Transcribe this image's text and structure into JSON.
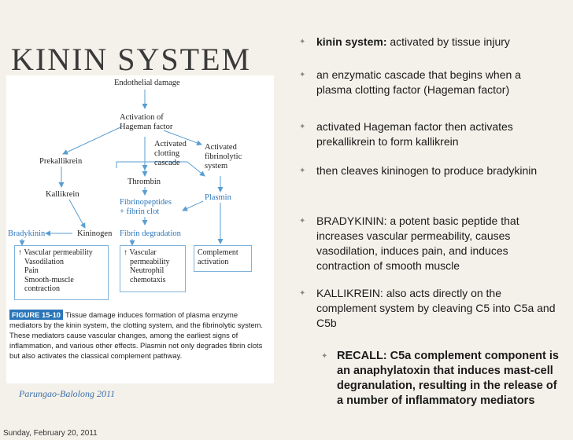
{
  "slide": {
    "title": "KININ SYSTEM",
    "credit": "Parungao-Balolong 2011",
    "date": "Sunday, February 20, 2011",
    "bullet_mark": "✦"
  },
  "figure": {
    "nodes": {
      "endothelial": "Endothelial damage",
      "activation1": "Activation of",
      "activation2": "Hageman factor",
      "clotting1": "Activated",
      "clotting2": "clotting",
      "clotting3": "cascade",
      "fibrin1": "Activated",
      "fibrin2": "fibrinolytic",
      "fibrin3": "system",
      "prekallikrein": "Prekallikrein",
      "thrombin": "Thrombin",
      "kallikrein": "Kallikrein",
      "fibrinopeptides1": "Fibrinopeptides",
      "fibrinopeptides2": "+ fibrin clot",
      "plasmin": "Plasmin",
      "bradykinin": "Bradykinin",
      "kininogen": "Kininogen",
      "fibrin_degradation": "Fibrin degradation"
    },
    "boxes": {
      "left": [
        "↑ Vascular permeability",
        "Vasodilation",
        "Pain",
        "Smooth-muscle",
        "contraction"
      ],
      "middle": [
        "↑ Vascular",
        "permeability",
        "Neutrophil",
        "chemotaxis"
      ],
      "right": [
        "Complement",
        "activation"
      ]
    },
    "caption_label": "FIGURE 15-10",
    "caption_text": "Tissue damage induces formation of plasma enzyme mediators by the kinin system, the clotting system, and the fibrinolytic system. These mediators cause vascular changes, among the earliest signs of inflammation, and various other effects. Plasmin not only degrades fibrin clots but also activates the classical complement pathway."
  },
  "bullets": [
    {
      "bold": "kinin system:",
      "text": " activated by tissue injury"
    },
    {
      "bold": "",
      "text": "an enzymatic cascade that begins when a plasma clotting factor (Hageman factor)"
    },
    {
      "bold": "",
      "text": "activated Hageman factor then activates prekallikrein to form kallikrein"
    },
    {
      "bold": "",
      "text": "then cleaves kininogen to produce bradykinin"
    },
    {
      "bold": "",
      "text": "BRADYKININ: a potent basic peptide that increases vascular permeability, causes vasodilation, induces pain, and induces contraction of smooth muscle"
    },
    {
      "bold": "",
      "text": "KALLIKREIN: also acts directly on the complement system by cleaving C5 into C5a and C5b"
    }
  ],
  "sub_bullet": "RECALL: C5a complement component is an anaphylatoxin that induces mast-cell degranulation, resulting in the release of a number of inflammatory mediators"
}
